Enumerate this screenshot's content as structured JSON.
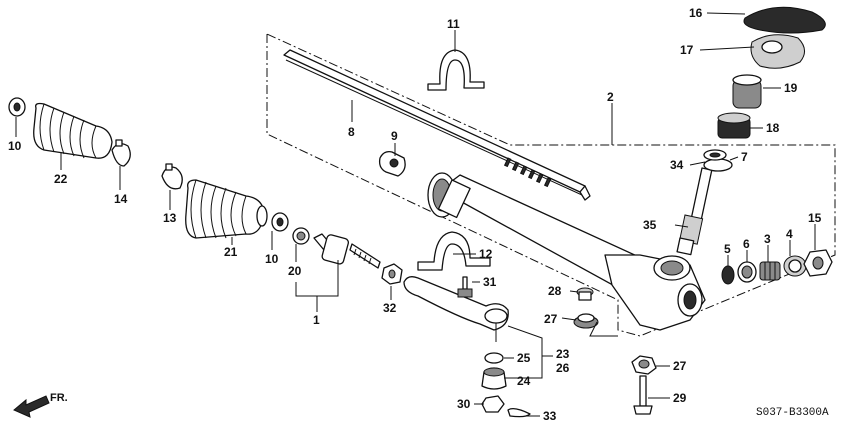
{
  "callouts": {
    "c1": "1",
    "c2": "2",
    "c3": "3",
    "c4": "4",
    "c5": "5",
    "c6": "6",
    "c7": "7",
    "c8": "8",
    "c9": "9",
    "c10a": "10",
    "c10b": "10",
    "c11": "11",
    "c12": "12",
    "c13": "13",
    "c14": "14",
    "c15": "15",
    "c16": "16",
    "c17": "17",
    "c18": "18",
    "c19": "19",
    "c20": "20",
    "c21": "21",
    "c22": "22",
    "c23": "23",
    "c24": "24",
    "c25": "25",
    "c26": "26",
    "c27a": "27",
    "c27b": "27",
    "c28": "28",
    "c29": "29",
    "c30": "30",
    "c31": "31",
    "c32": "32",
    "c33": "33",
    "c34": "34",
    "c35": "35"
  },
  "direction_label": "FR.",
  "diagram_code": "S037-B3300A"
}
